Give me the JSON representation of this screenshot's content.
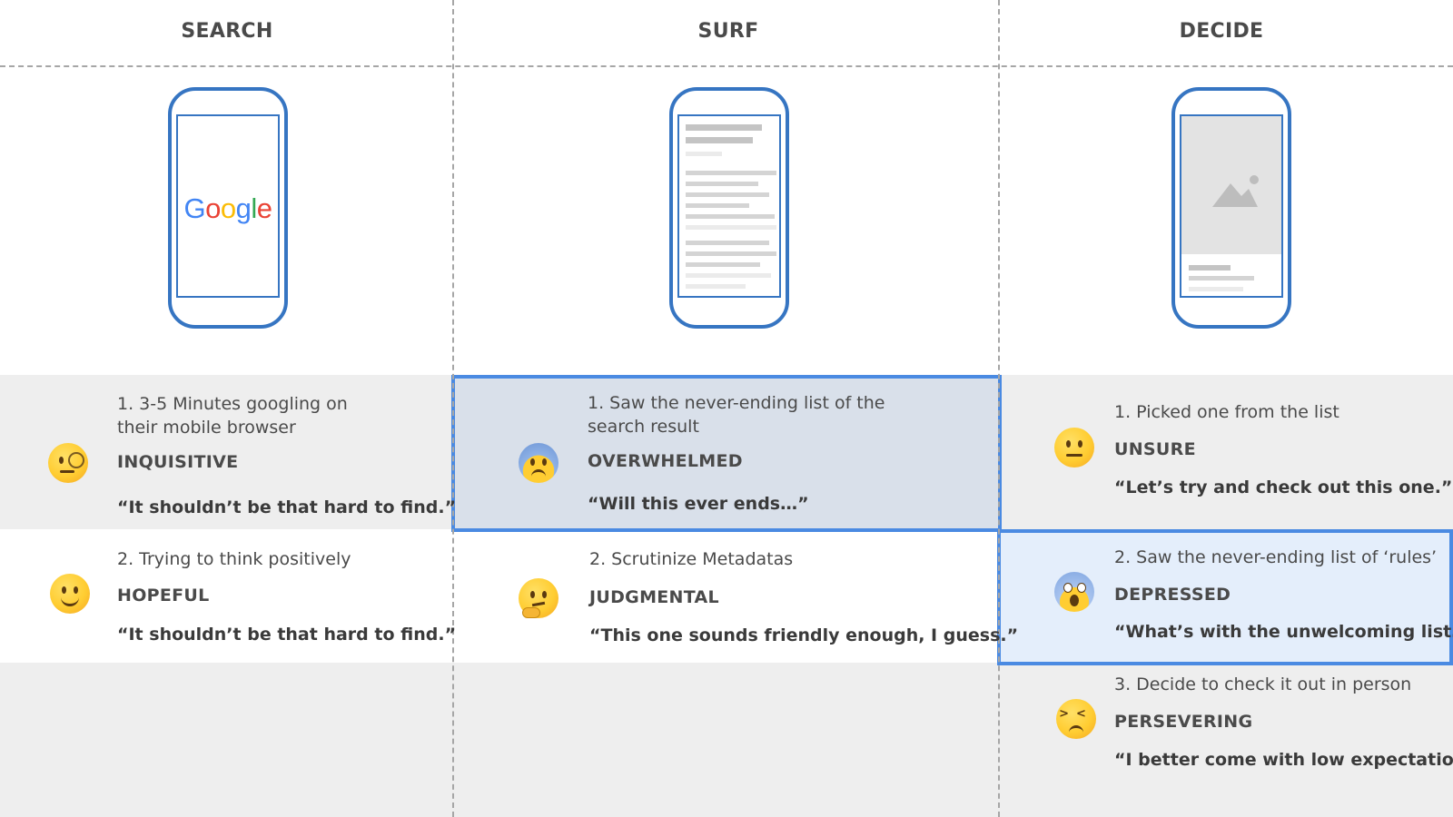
{
  "columns": [
    {
      "header": "SEARCH"
    },
    {
      "header": "SURF"
    },
    {
      "header": "DECIDE"
    }
  ],
  "phones": {
    "search": {
      "screen": "Google",
      "logo_colors": [
        "#4285F4",
        "#EA4335",
        "#FBBC05",
        "#4285F4",
        "#34A853",
        "#EA4335"
      ]
    },
    "surf": {
      "screen": "list-wireframe"
    },
    "decide": {
      "screen": "image-placeholder"
    }
  },
  "accent_color": "#4a8ae2",
  "phone_color": "#3675c2",
  "cards": {
    "search_1": {
      "step_line1": "1.  3-5 Minutes googling on",
      "step_line2": "their mobile browser",
      "emotion": "INQUISITIVE",
      "quote": "“It shouldn’t be that hard to find.”",
      "emoji": "face-with-monocle-icon"
    },
    "search_2": {
      "step_line1": "2.  Trying to think positively",
      "emotion": "HOPEFUL",
      "quote": "“It shouldn’t be that hard to find.”",
      "emoji": "slightly-smiling-face-icon"
    },
    "surf_1": {
      "step_line1": "1.  Saw the never-ending list of the",
      "step_line2": "search result",
      "emotion": "OVERWHELMED",
      "quote": "“Will this ever ends…”",
      "emoji": "anxious-face-with-sweat-icon"
    },
    "surf_2": {
      "step_line1": "2.  Scrutinize Metadatas",
      "emotion": "JUDGMENTAL",
      "quote": "“This one sounds friendly enough, I guess.”",
      "emoji": "thinking-face-icon"
    },
    "decide_1": {
      "step_line1": "1.  Picked one from the list",
      "emotion": "UNSURE",
      "quote": "“Let’s try and check out this one.”",
      "emoji": "neutral-face-icon"
    },
    "decide_2": {
      "step_line1": "2. Saw the never-ending list of ‘rules’",
      "emotion": "DEPRESSED",
      "quote": "“What’s with the unwelcoming list…”",
      "emoji": "face-screaming-in-fear-icon"
    },
    "decide_3": {
      "step_line1": "3.  Decide to check it out in person",
      "emotion": "PERSEVERING",
      "quote": "“I better come with low expectation.”",
      "emoji": "persevering-face-icon"
    }
  }
}
